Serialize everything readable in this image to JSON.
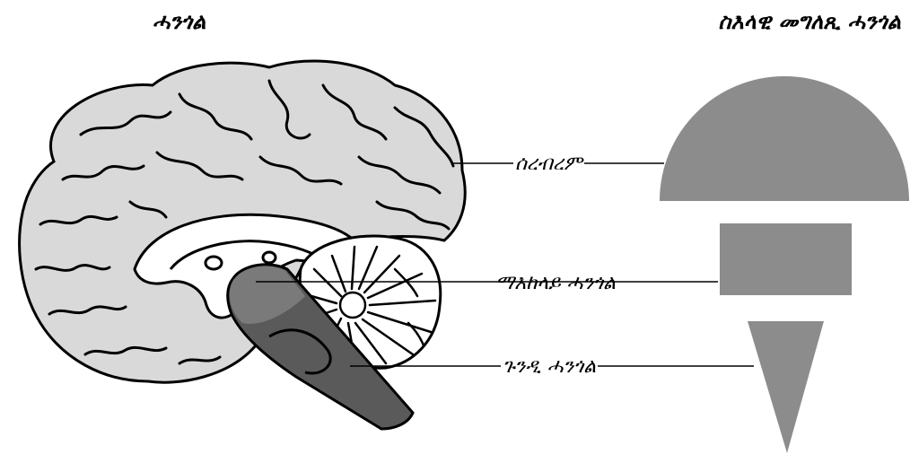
{
  "titles": {
    "left": "ሓንጎል",
    "right": "ስእላዊ መግለጺ ሓንጎል"
  },
  "labels": {
    "cerebrum": "ሰረብረም",
    "midbrain": "ማእከላይ ሓንጎል",
    "hindbrain": "ጉንዲ ሓንጎል"
  },
  "colors": {
    "brain_fill": "#d9d9d9",
    "brain_outline": "#000000",
    "stem_dark": "#5a5a5a",
    "stem_mid": "#7a7a7a",
    "shape_fill": "#8c8c8c",
    "background": "#ffffff"
  }
}
